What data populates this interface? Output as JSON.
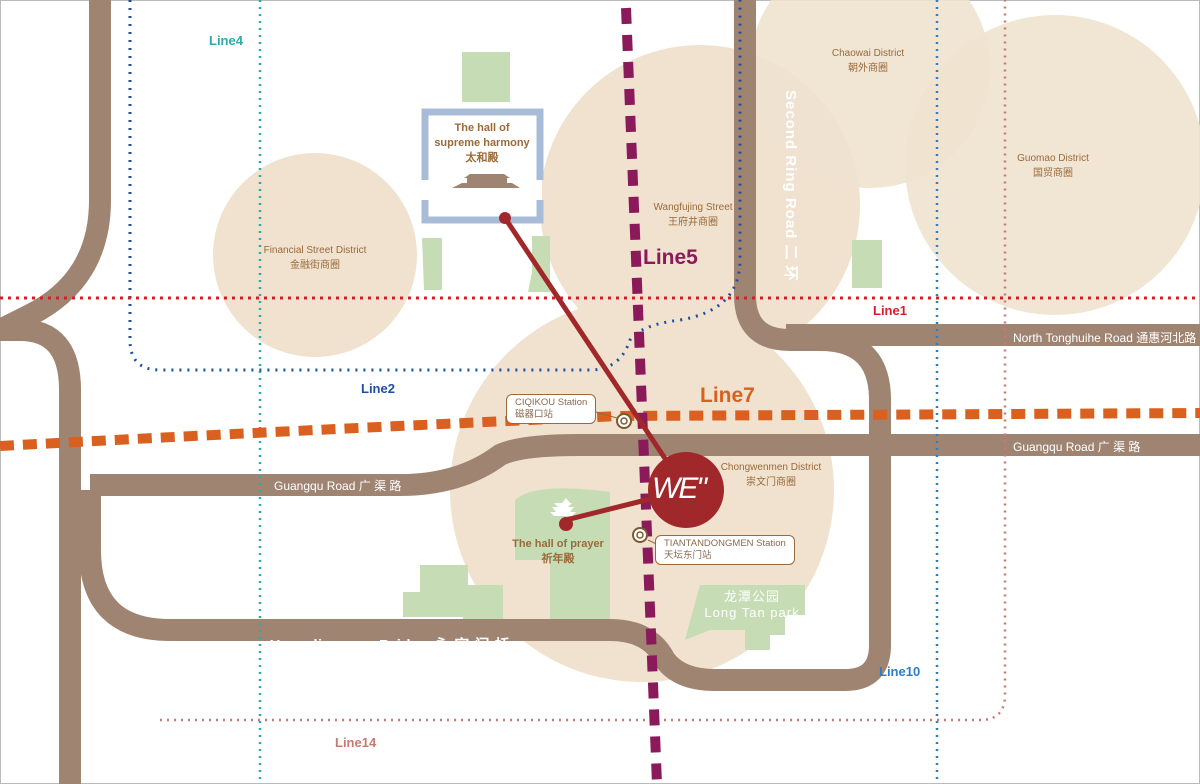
{
  "districts": {
    "financial": {
      "en": "Financial Street District",
      "zh": "金融街商圈"
    },
    "wangfujing": {
      "en": "Wangfujing Street",
      "zh": "王府井商圈"
    },
    "chaowai": {
      "en": "Chaowai District",
      "zh": "朝外商圈"
    },
    "guomao": {
      "en": "Guomao District",
      "zh": "国贸商圈"
    },
    "chongwenmen": {
      "en": "Chongwenmen District",
      "zh": "崇文门商圈"
    }
  },
  "landmarks": {
    "supreme_harmony": {
      "en1": "The hall of",
      "en2": "supreme harmony",
      "zh": "太和殿"
    },
    "prayer": {
      "en": "The hall of prayer",
      "zh": "祈年殿"
    },
    "longtan": {
      "zh": "龙潭公园",
      "en": "Long Tan park"
    }
  },
  "stations": {
    "ciqikou": {
      "en": "CIQIKOU Station",
      "zh": "磁器口站"
    },
    "tiantandongmen": {
      "en": "TIANTANDONGMEN Station",
      "zh": "天坛东门站"
    }
  },
  "metro_lines": {
    "line1": {
      "label": "Line1",
      "color": "#d0202a"
    },
    "line2": {
      "label": "Line2",
      "color": "#1f4fa0"
    },
    "line4": {
      "label": "Line4",
      "color": "#2aaaa8"
    },
    "line5": {
      "label": "Line5",
      "color": "#8a1a5a"
    },
    "line7": {
      "label": "Line7",
      "color": "#d9601f"
    },
    "line10": {
      "label": "Line10",
      "color": "#2a80c8"
    },
    "line14": {
      "label": "Line14",
      "color": "#c87a70"
    }
  },
  "roads": {
    "second_ring": "Second Ring Road",
    "second_ring_zh": "二 环",
    "north_tonghuihe": "North Tonghuihe Road 通惠河北路",
    "guangqu_east": "Guangqu Road 广 渠 路",
    "guangqu_west": "Guangqu Road 广 渠 路",
    "yongdingmen": "Yongdingmen Bridge 永 定 门 桥"
  },
  "logo": {
    "text": "WE\"",
    "color": "#a0282a"
  }
}
